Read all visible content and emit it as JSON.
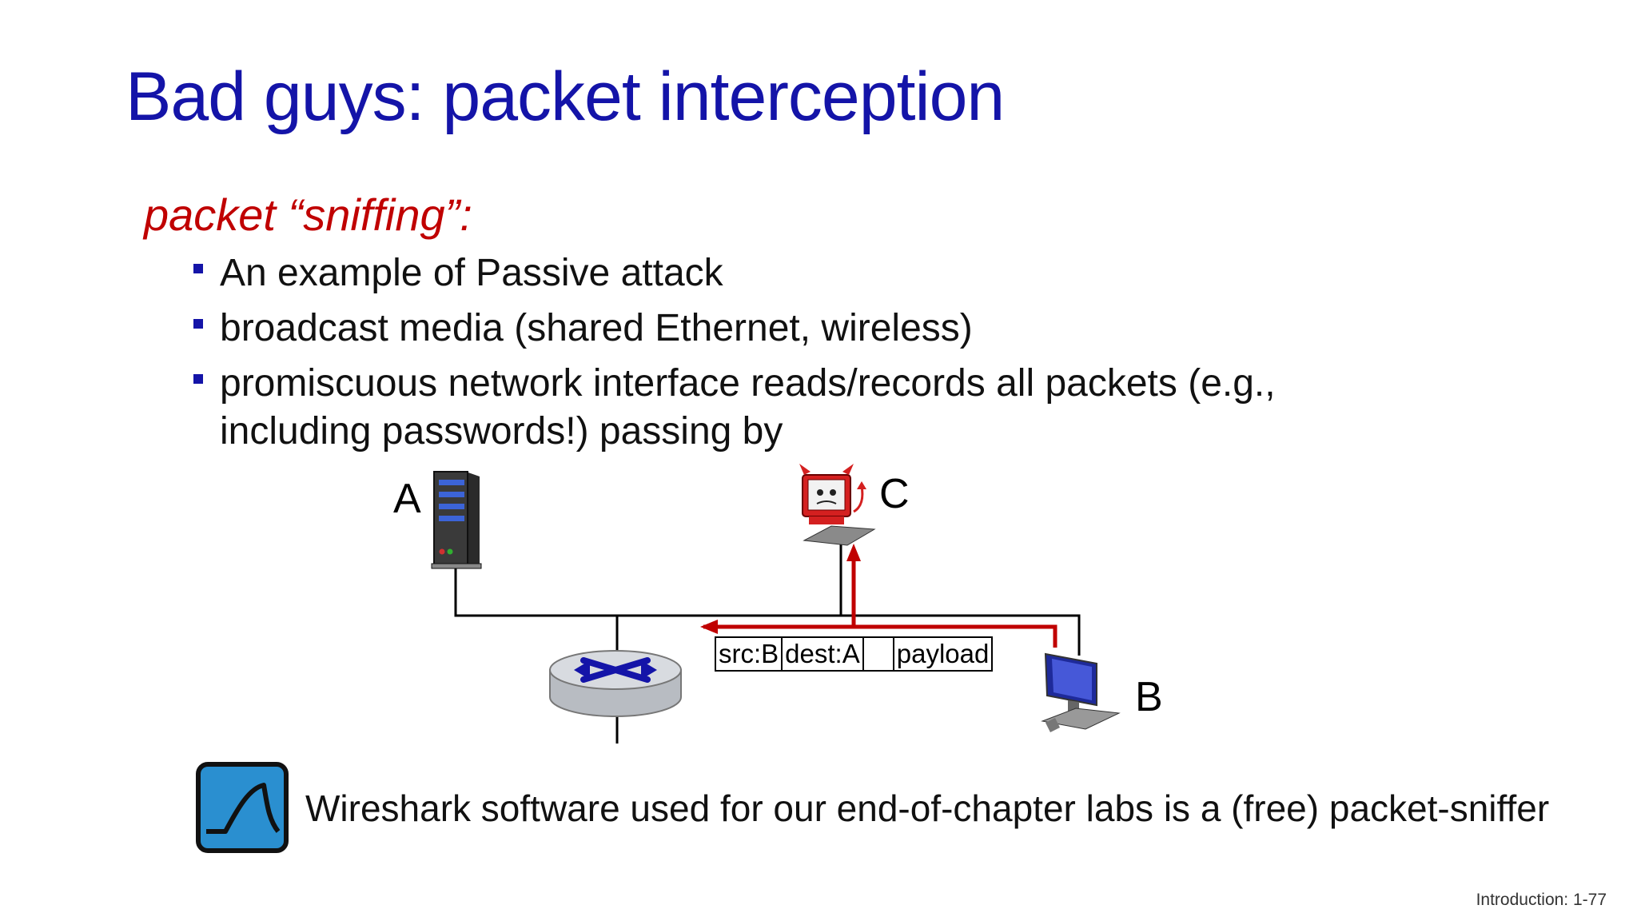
{
  "slide": {
    "title": "Bad guys: packet interception",
    "subheading": "packet “sniffing”:",
    "bullets": [
      "An example of Passive attack",
      "broadcast media (shared Ethernet, wireless)",
      "promiscuous network interface reads/records all packets (e.g., including passwords!) passing by"
    ],
    "footer_note": "Wireshark software used for our end-of-chapter labs is a (free) packet-sniffer",
    "slide_number": "Introduction: 1-77"
  },
  "diagram": {
    "hosts": {
      "a_label": "A",
      "b_label": "B",
      "c_label": "C"
    },
    "packet": {
      "src": "src:B",
      "dest": "dest:A",
      "empty": "",
      "payload": "payload"
    }
  },
  "colors": {
    "title": "#1414a8",
    "subheading": "#c00000",
    "bullet_marker": "#1414a8",
    "sniff_arrow": "#c00000",
    "wireshark_blue": "#2a8fd0"
  },
  "icons": [
    "server-icon",
    "router-icon",
    "attacker-computer-icon",
    "computer-icon",
    "wireshark-icon"
  ]
}
